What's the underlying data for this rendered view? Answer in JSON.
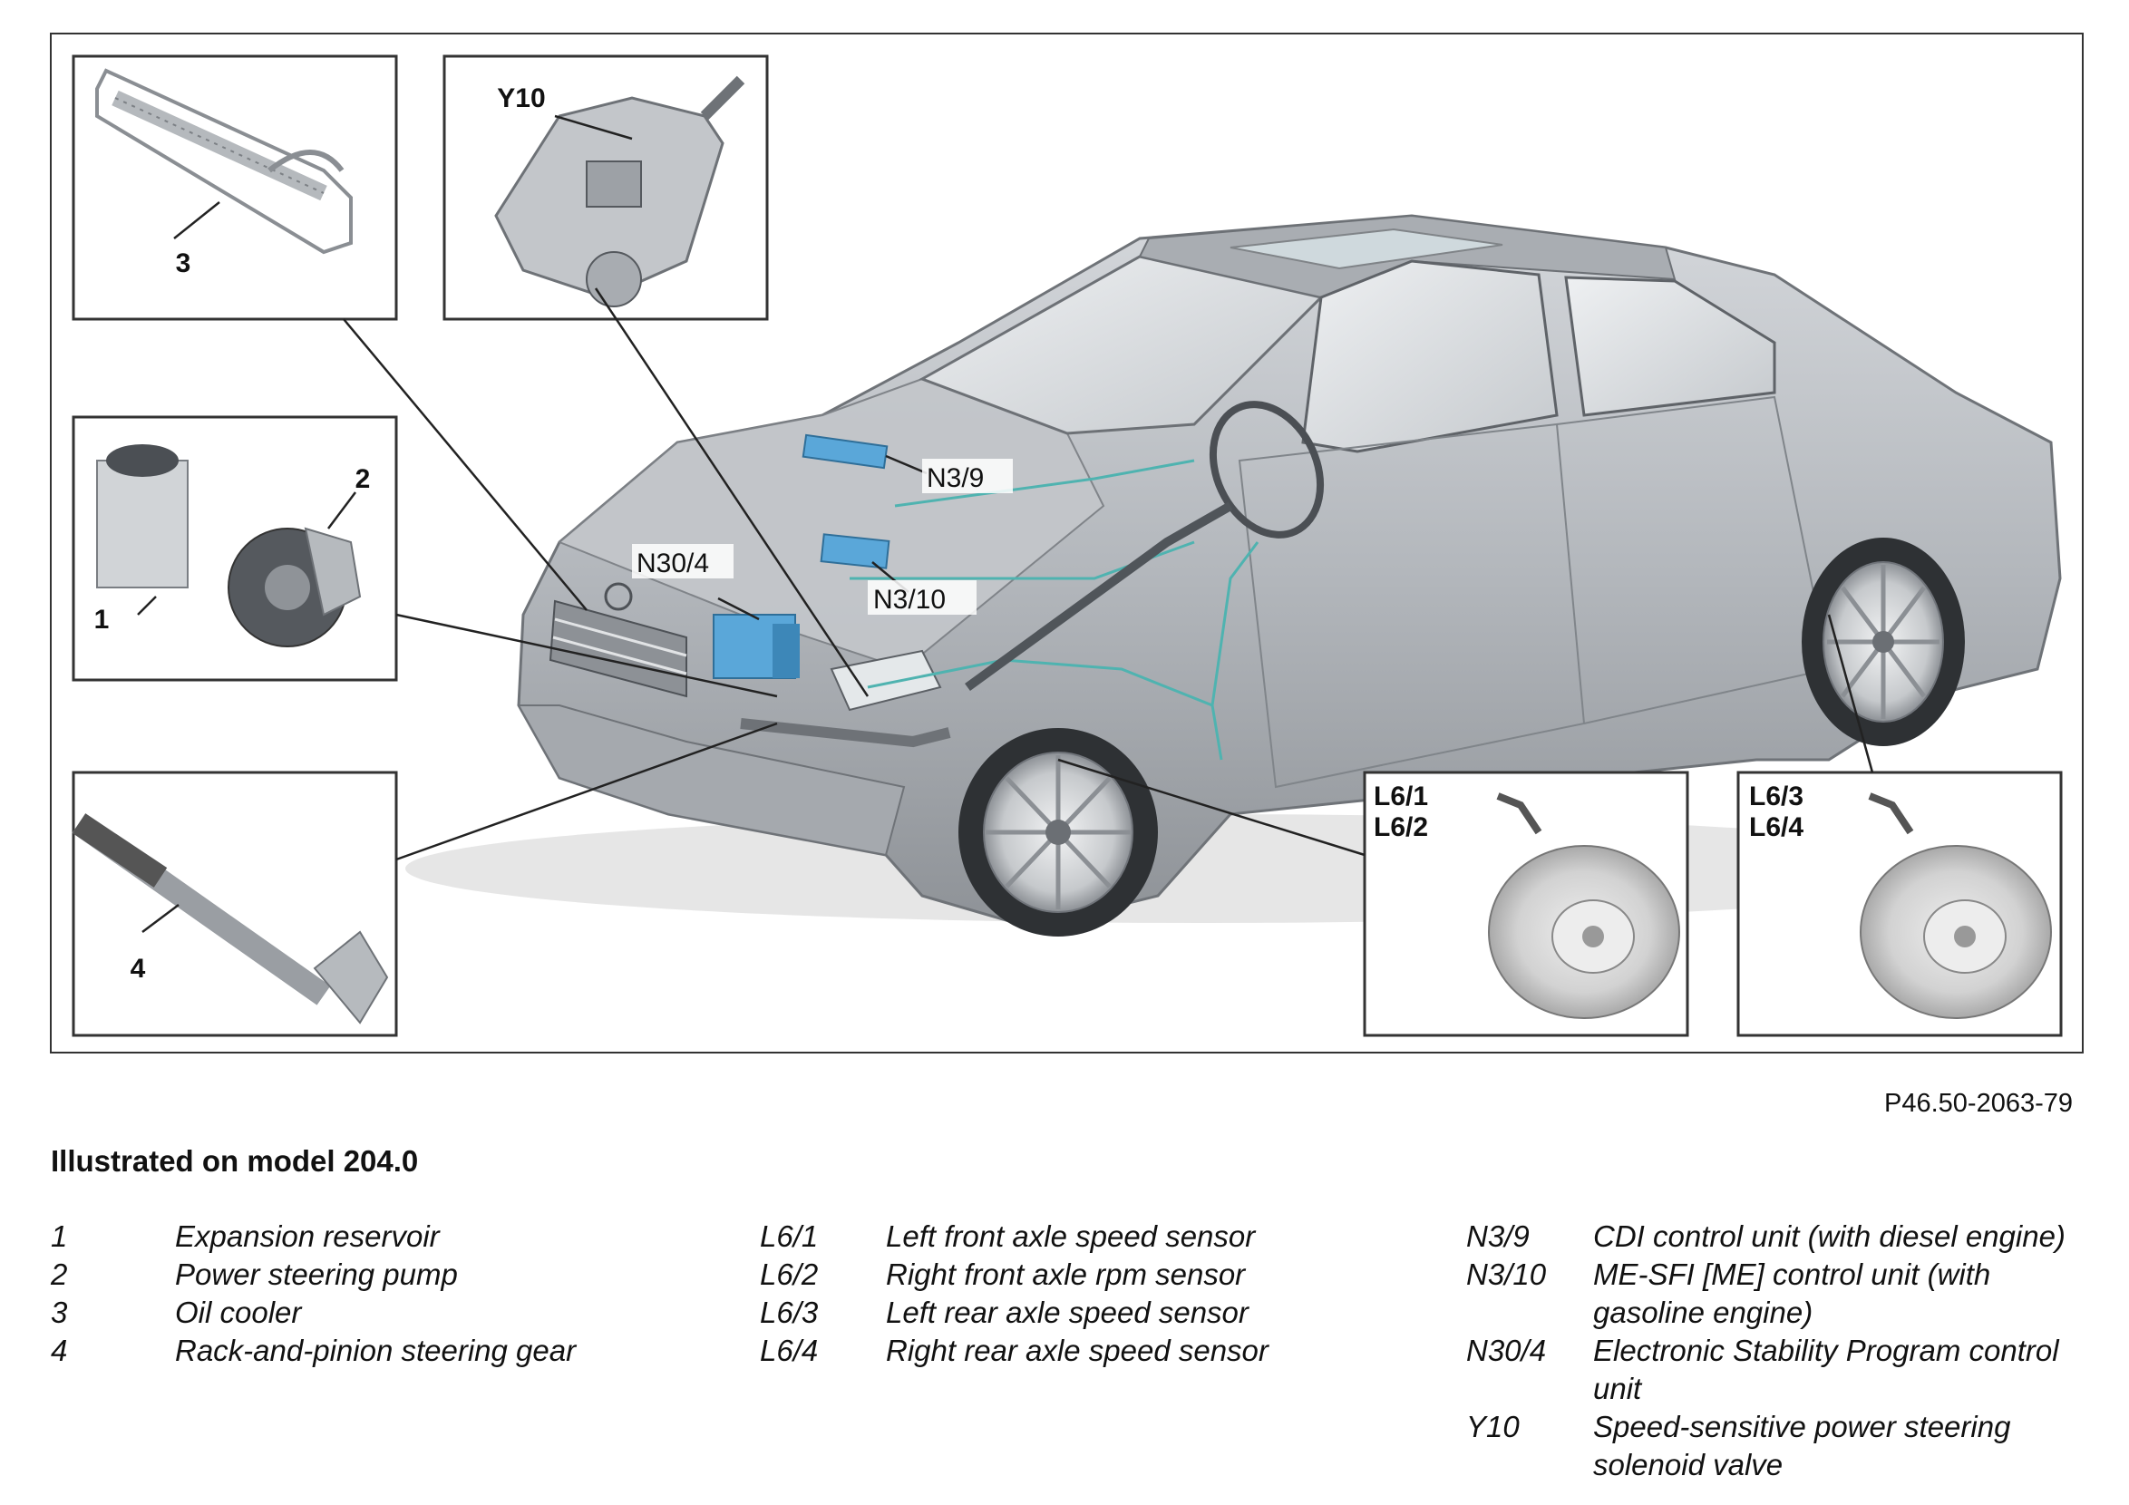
{
  "figure_code": "P46.50-2063-79",
  "model_note": "Illustrated on model 204.0",
  "callouts": {
    "c1": "1",
    "c2": "2",
    "c3": "3",
    "c4": "4",
    "y10": "Y10",
    "n39": "N3/9",
    "n310": "N3/10",
    "n304": "N30/4",
    "l61": "L6/1",
    "l62": "L6/2",
    "l63": "L6/3",
    "l64": "L6/4"
  },
  "legend": {
    "col1": [
      {
        "key": "1",
        "desc": "Expansion reservoir"
      },
      {
        "key": "2",
        "desc": "Power steering pump"
      },
      {
        "key": "3",
        "desc": "Oil cooler"
      },
      {
        "key": "4",
        "desc": "Rack-and-pinion steering gear"
      }
    ],
    "col2": [
      {
        "key": "L6/1",
        "desc": "Left front axle speed sensor"
      },
      {
        "key": "L6/2",
        "desc": "Right front axle rpm sensor"
      },
      {
        "key": "L6/3",
        "desc": "Left rear axle speed sensor"
      },
      {
        "key": "L6/4",
        "desc": "Right rear axle speed sensor"
      }
    ],
    "col3": [
      {
        "key": "N3/9",
        "desc": "CDI control unit (with diesel engine)"
      },
      {
        "key": "N3/10",
        "desc": "ME-SFI [ME] control unit (with gasoline engine)"
      },
      {
        "key": "N30/4",
        "desc": "Electronic Stability Program control unit"
      },
      {
        "key": "Y10",
        "desc": "Speed-sensitive power steering solenoid valve"
      }
    ]
  },
  "colors": {
    "car_body": "#b9bdc2",
    "ecu_blue": "#5aa7d9",
    "wire_teal": "#4fb3b0"
  }
}
